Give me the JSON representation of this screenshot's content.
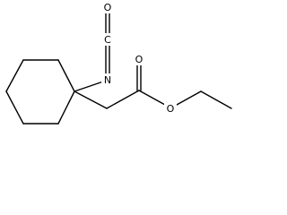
{
  "structure": {
    "atoms": {
      "o_isocyanate": "O",
      "c_isocyanate": "C",
      "n_isocyanate": "N",
      "o_carbonyl": "O",
      "o_ester": "O"
    },
    "colors": {
      "bond": "#000000",
      "background": "#ffffff"
    }
  }
}
